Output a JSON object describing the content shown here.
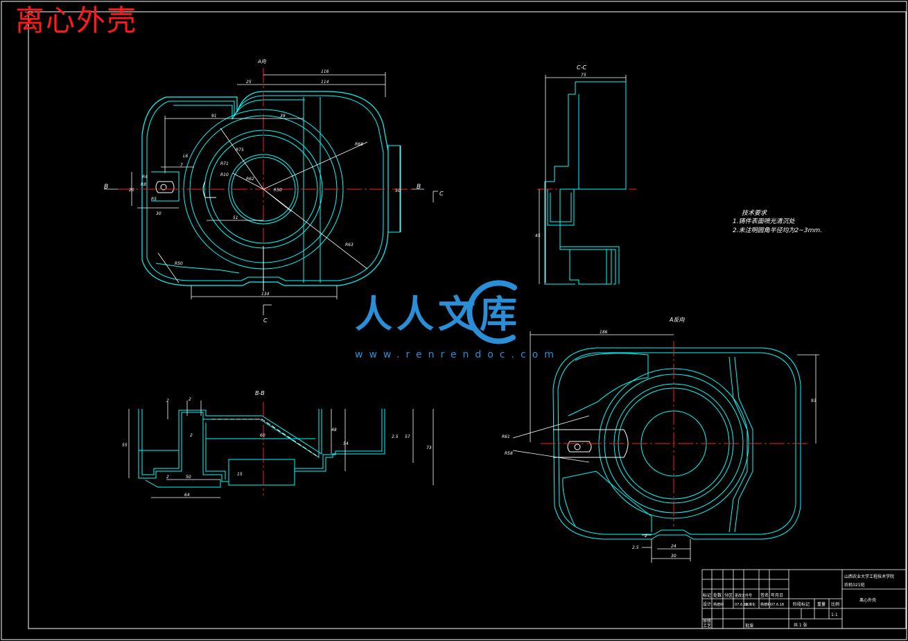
{
  "title": "离心外壳",
  "watermark": {
    "brand": "人人文库",
    "url": "www.renrendoc.com"
  },
  "views": {
    "front": {
      "label": "A向",
      "section_marks": [
        "B",
        "B",
        "C",
        "C"
      ]
    },
    "side": {
      "label": "C-C"
    },
    "bottom": {
      "label": "B-B"
    },
    "rear": {
      "label": "A反向"
    }
  },
  "dimensions": {
    "front": [
      "116",
      "114",
      "25",
      "91",
      "39",
      "R68",
      "R75",
      "R71",
      "R10",
      "R50",
      "R62",
      "R4",
      "R8",
      "R5",
      "7",
      "L6",
      "20",
      "30",
      "51",
      "50",
      "R63",
      "R50",
      "134"
    ],
    "side": [
      "75",
      "45"
    ],
    "bottom": [
      "2",
      "2",
      "2",
      "2",
      "60",
      "50",
      "64",
      "48",
      "54",
      "2.5",
      "57",
      "73",
      "55",
      "15"
    ],
    "rear": [
      "186",
      "93",
      "R61",
      "R58",
      "2",
      "2.5",
      "24",
      "30"
    ]
  },
  "tech_notes": {
    "heading": "技术要求",
    "items": [
      "1.铸件表面喷光清沉处",
      "2.未注明圆角半径均为2~3mm."
    ]
  },
  "title_block": {
    "school": "山西农业大学工程技术学院",
    "class": "农机021班",
    "part_name": "离心外壳",
    "scale": "1:1",
    "headers": [
      "标记",
      "处数",
      "分区",
      "更改文件号",
      "签名",
      "年月日"
    ],
    "design": "设计",
    "designer": "杨德利",
    "date": "07.6.18",
    "standard": "标准化",
    "reviewer": "杨德利",
    "date2": "07.6.18",
    "stage_mark": "阶段标记",
    "weight": "重量",
    "scale_label": "比例",
    "check": "审核",
    "craft": "工艺",
    "approve": "批准",
    "sheets": "共 1 张"
  }
}
